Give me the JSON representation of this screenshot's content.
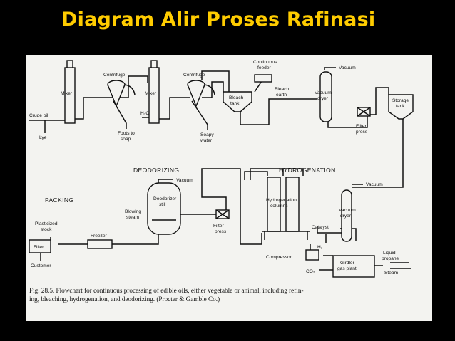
{
  "slide": {
    "title": "Diagram Alir Proses Rafinasi"
  },
  "sections": {
    "deodorizing": "DEODORIZING",
    "hydrogenation": "HYDROGENATION",
    "packing": "PACKING"
  },
  "labels": {
    "crude_oil": "Crude oil",
    "lye": "Lye",
    "mixer_1": "Mixer",
    "mixer_2": "Mixer",
    "centrifuge_1": "Centrifuge",
    "centrifuge_2": "Centrifuge",
    "foots_to_soap": [
      "Foots to",
      "soap"
    ],
    "h2o": "H₂O",
    "soapy_water": [
      "Soapy",
      "water"
    ],
    "continuous_feeder": [
      "Continuous",
      "feeder"
    ],
    "bleach_tank": [
      "Bleach",
      "tank"
    ],
    "bleach_earth": [
      "Bleach",
      "earth"
    ],
    "vacuum_1": "Vacuum",
    "vacuum_dryer_1": [
      "Vacuum",
      "dryer"
    ],
    "filter_press_1": [
      "Filter",
      "press"
    ],
    "storage_tank": [
      "Storage",
      "tank"
    ],
    "vacuum_2": "Vacuum",
    "vacuum_dryer_2": [
      "Vacuum",
      "dryer"
    ],
    "hydrogenation_columns": [
      "Hydrogenation",
      "columns"
    ],
    "catalyst": "Catalyst",
    "h2": "H₂",
    "compressor": "Compressor",
    "co2": "CO₂",
    "girdler_gas_plant": [
      "Girdler",
      "gas plant"
    ],
    "liquid_propane": [
      "Liquid",
      "propane"
    ],
    "steam": "Steam",
    "vacuum_3": "Vacuum",
    "deodorizer_still": [
      "Deodorizer",
      "still"
    ],
    "blowing_steam": [
      "Blowing",
      "steam"
    ],
    "filter_press_2": [
      "Filter",
      "press"
    ],
    "plasticized_stock": [
      "Plasticized",
      "stock"
    ],
    "freezer": "Freezer",
    "filler": "Filler",
    "customer": "Customer"
  },
  "caption": {
    "line1": "Fig. 28.5. Flowchart for continuous processing of edible oils, either vegetable or animal, including refin-",
    "line2": "ing, bleaching, hydrogenation, and deodorizing. (Procter & Gamble Co.)"
  }
}
